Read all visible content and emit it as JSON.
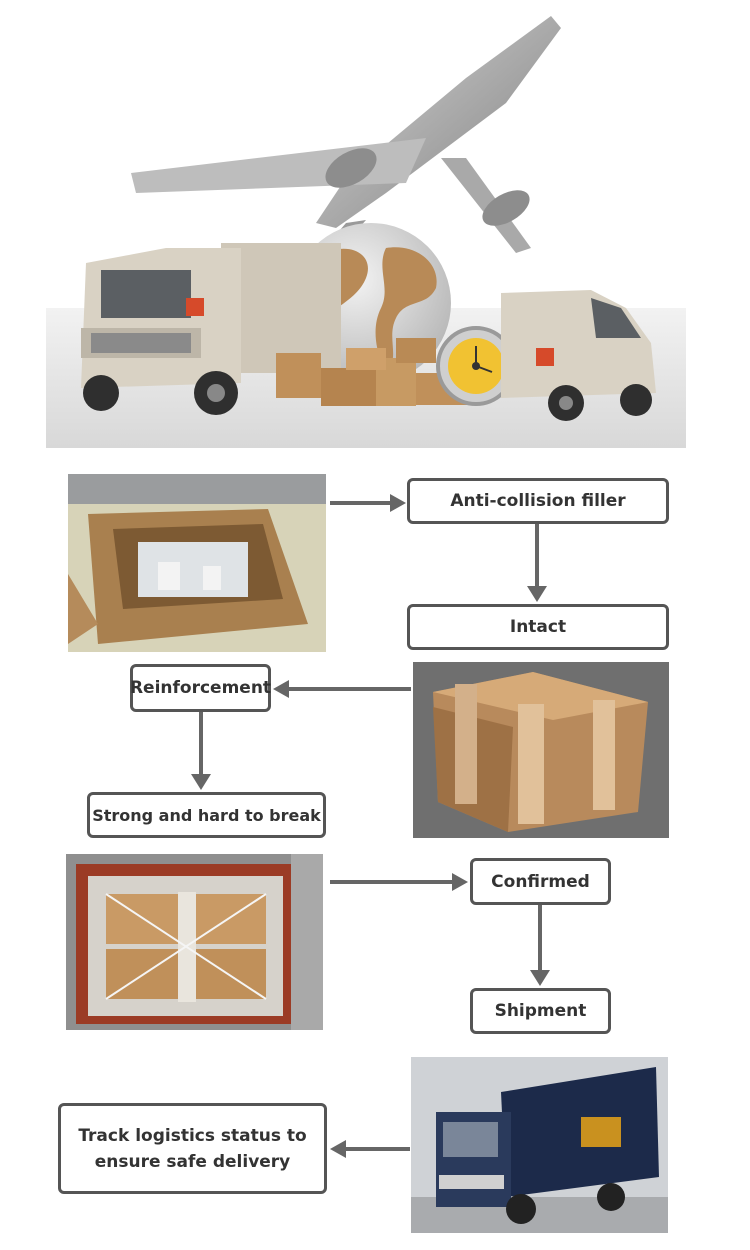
{
  "flow": {
    "anti_collision": "Anti-collision filler",
    "intact": "Intact",
    "reinforcement": "Reinforcement",
    "strong": "Strong and hard to break",
    "confirmed": "Confirmed",
    "shipment": "Shipment",
    "track_line1": "Track logistics status to",
    "track_line2": "ensure safe delivery"
  },
  "colors": {
    "box_border": "#555555",
    "arrow": "#666666",
    "cardboard": "#b98a55",
    "wood": "#c79a6a",
    "truck_navy": "#1c2a4a",
    "truck_beige": "#d9d2c4"
  }
}
